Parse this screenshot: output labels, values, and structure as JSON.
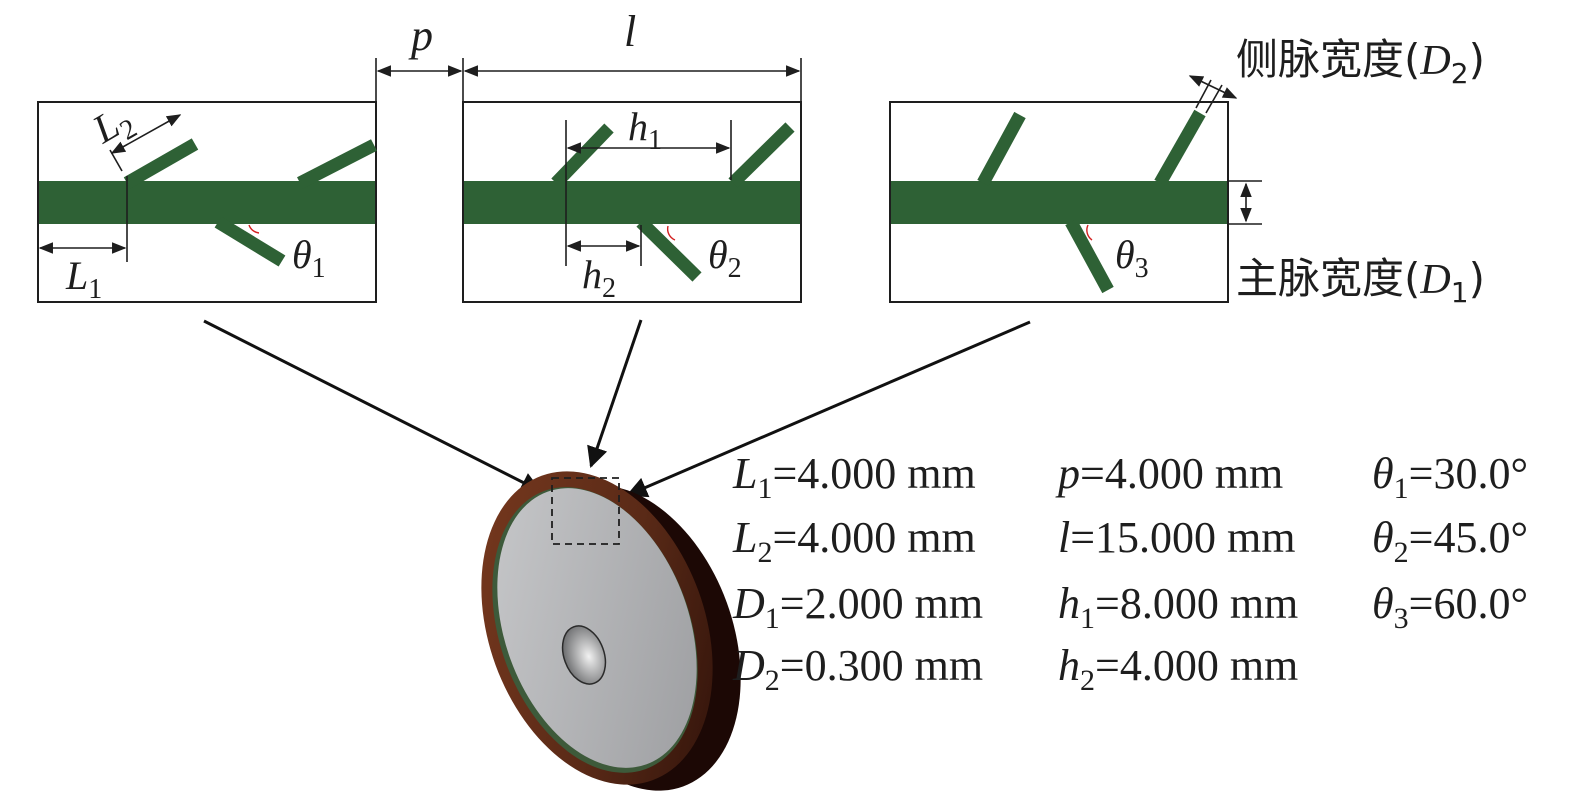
{
  "labels": {
    "p": "p",
    "l": "l",
    "L2": {
      "main": "L",
      "sub": "2"
    },
    "L1": {
      "main": "L",
      "sub": "1"
    },
    "h1": {
      "main": "h",
      "sub": "1"
    },
    "h2": {
      "main": "h",
      "sub": "2"
    },
    "theta1": {
      "main": "θ",
      "sub": "1"
    },
    "theta2": {
      "main": "θ",
      "sub": "2"
    },
    "theta3": {
      "main": "θ",
      "sub": "3"
    },
    "side_vein_width": {
      "prefix": "侧脉宽度(",
      "var": "D",
      "sub": "2",
      "suffix": ")"
    },
    "main_vein_width": {
      "prefix": "主脉宽度(",
      "var": "D",
      "sub": "1",
      "suffix": ")"
    }
  },
  "parameters": [
    {
      "var": "L",
      "sub": "1",
      "value": "=4.000 mm"
    },
    {
      "var": "L",
      "sub": "2",
      "value": "=4.000 mm"
    },
    {
      "var": "D",
      "sub": "1",
      "value": "=2.000 mm"
    },
    {
      "var": "D",
      "sub": "2",
      "value": "=0.300 mm"
    },
    {
      "var": "p",
      "sub": "",
      "value": "=4.000 mm"
    },
    {
      "var": "l",
      "sub": "",
      "value": "=15.000 mm"
    },
    {
      "var": "h",
      "sub": "1",
      "value": "=8.000 mm"
    },
    {
      "var": "h",
      "sub": "2",
      "value": "=4.000 mm"
    },
    {
      "var": "θ",
      "sub": "1",
      "value": "=30.0°"
    },
    {
      "var": "θ",
      "sub": "2",
      "value": "=45.0°"
    },
    {
      "var": "θ",
      "sub": "3",
      "value": "=60.0°"
    }
  ],
  "colors": {
    "vein": "#2e6135",
    "wheel_rim": "#5a2a17",
    "wheel_face": "#a7a8ab",
    "angle_mark": "#d32020"
  }
}
